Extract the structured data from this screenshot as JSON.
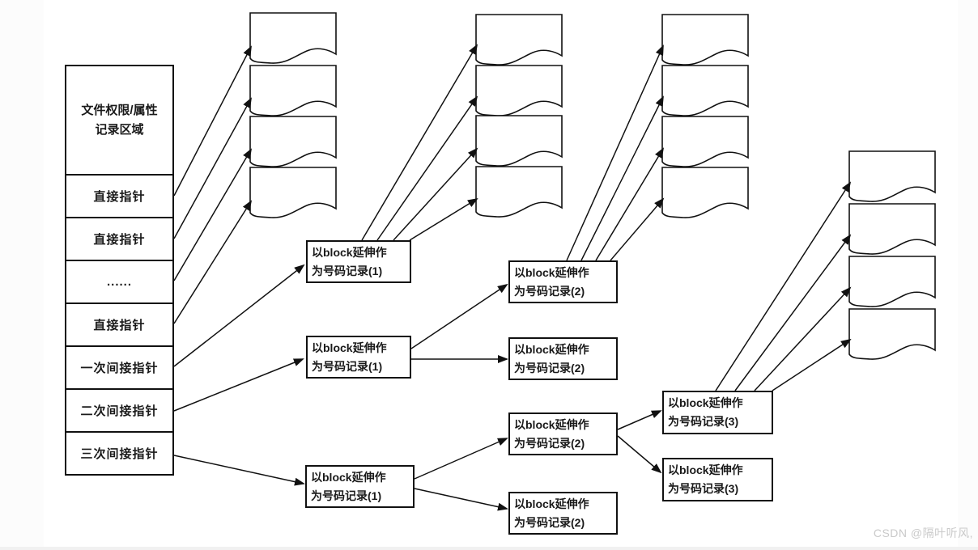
{
  "inode_table": {
    "header_line1": "文件权限/属性",
    "header_line2": "记录区域",
    "rows": [
      "直接指针",
      "直接指针",
      "......",
      "直接指针",
      "一次间接指针",
      "二次间接指针",
      "三次间接指针"
    ]
  },
  "index_boxes": {
    "single_indirect_l1": {
      "line1": "以block延伸作",
      "line2": "为号码记录(1)"
    },
    "double_indirect_l1": {
      "line1": "以block延伸作",
      "line2": "为号码记录(1)"
    },
    "double_indirect_l2a": {
      "line1": "以block延伸作",
      "line2": "为号码记录(2)"
    },
    "double_indirect_l2b": {
      "line1": "以block延伸作",
      "line2": "为号码记录(2)"
    },
    "triple_indirect_l1": {
      "line1": "以block延伸作",
      "line2": "为号码记录(1)"
    },
    "triple_indirect_l2a": {
      "line1": "以block延伸作",
      "line2": "为号码记录(2)"
    },
    "triple_indirect_l2b": {
      "line1": "以block延伸作",
      "line2": "为号码记录(2)"
    },
    "triple_indirect_l3a": {
      "line1": "以block延伸作",
      "line2": "为号码记录(3)"
    },
    "triple_indirect_l3b": {
      "line1": "以block延伸作",
      "line2": "为号码记录(3)"
    }
  },
  "watermark": "CSDN @隔叶听风,",
  "colors": {
    "line": "#111111",
    "background": "#ffffff",
    "page_margin": "#fcfcfc",
    "watermark": "#c9c9c9"
  }
}
